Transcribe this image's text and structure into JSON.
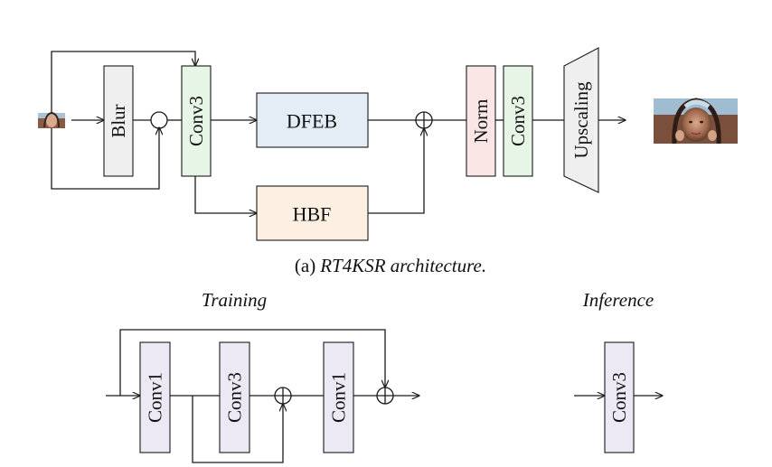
{
  "top": {
    "blocks": {
      "blur": "Blur",
      "conv3": "Conv3",
      "dfeb": "DFEB",
      "hbf": "HBF",
      "norm": "Norm",
      "conv3_b": "Conv3",
      "upscaling": "Upscaling"
    },
    "caption_prefix": "(a)",
    "caption_text": "RT4KSR architecture."
  },
  "bottom": {
    "training_label": "Training",
    "inference_label": "Inference",
    "training_blocks": [
      "Conv1",
      "Conv3",
      "Conv1"
    ],
    "inference_block": "Conv3"
  },
  "colors": {
    "blur": "#efefef",
    "conv3": "#e6f5e6",
    "dfeb": "#e4edf6",
    "hbf": "#fdf0e3",
    "norm": "#fbe6e6",
    "conv_bottom": "#ece9f5"
  },
  "icons": {
    "input_image": "face-thumbnail",
    "output_image": "face-photo"
  }
}
